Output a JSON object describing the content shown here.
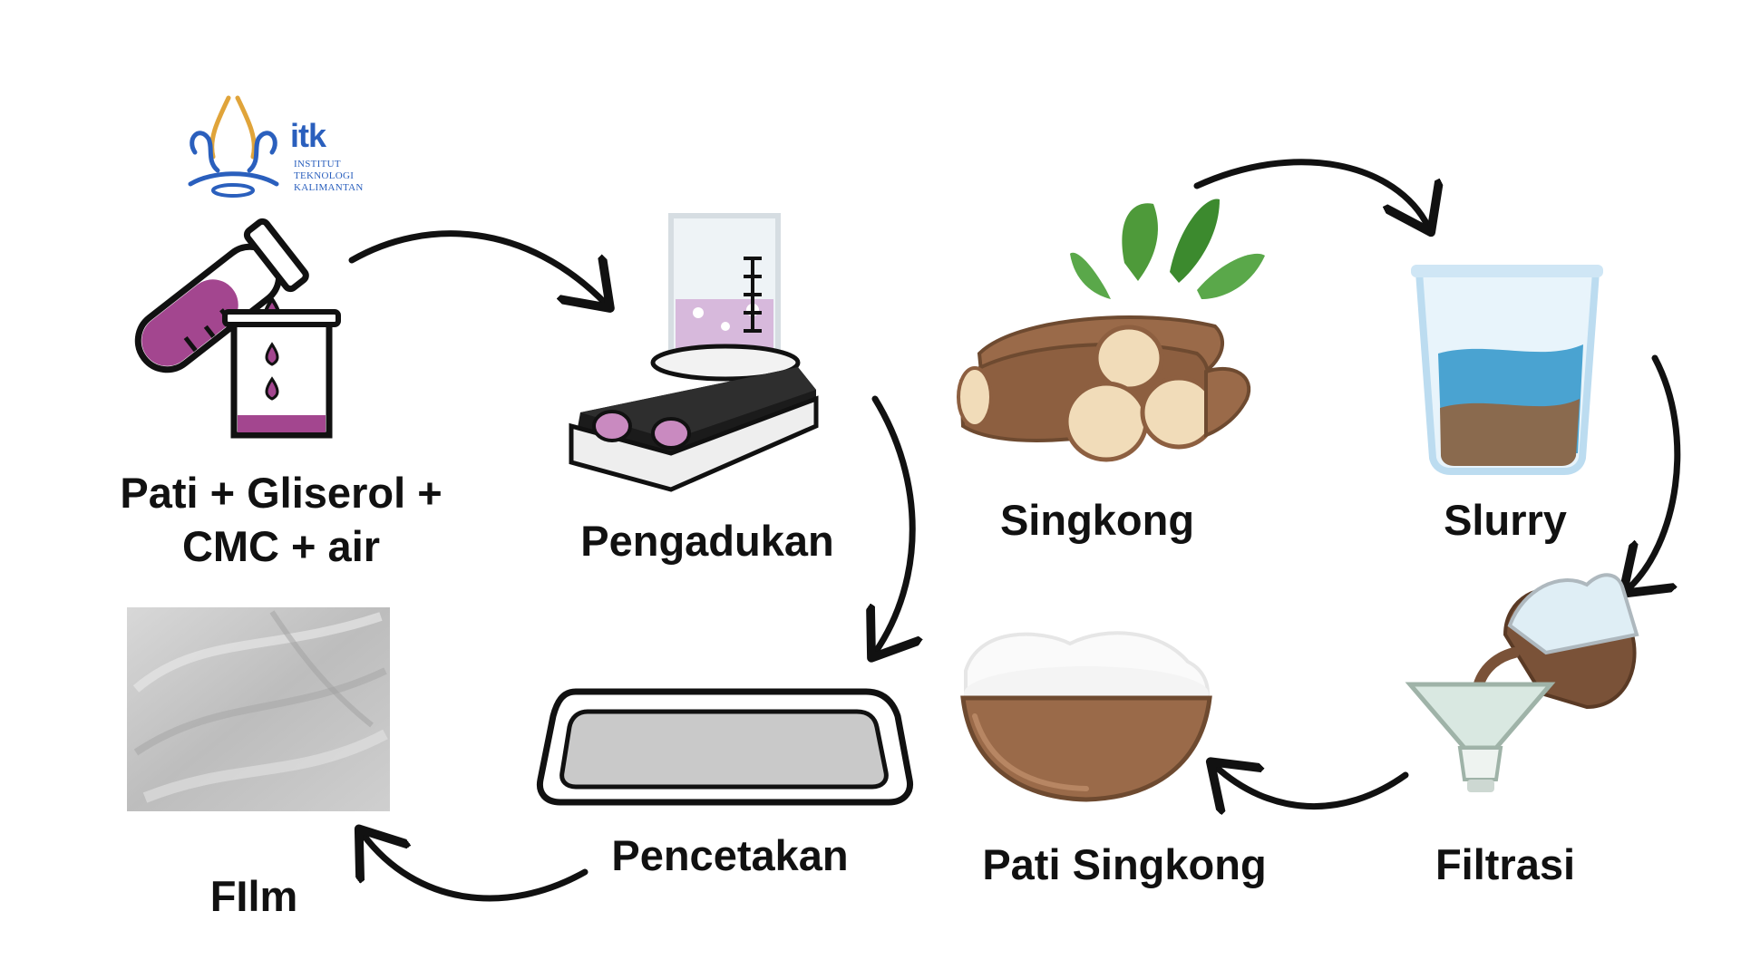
{
  "logo": {
    "abbr": "itk",
    "line1": "INSTITUT",
    "line2": "TEKNOLOGI",
    "line3": "KALIMANTAN"
  },
  "steps": {
    "mix": {
      "line1": "Pati + Gliserol +",
      "line2": "CMC + air"
    },
    "stirring": "Pengadukan",
    "cassava": "Singkong",
    "slurry": "Slurry",
    "filtration": "Filtrasi",
    "starch": "Pati Singkong",
    "molding": "Pencetakan",
    "film": "FIlm"
  },
  "colors": {
    "ink": "#111111",
    "purple_liquid": "#9c3f88",
    "cassava_skin": "#9a6a49",
    "water_blue": "#4aa3d1",
    "brand_blue": "#2a5fbd",
    "brand_gold": "#e0a43a"
  }
}
